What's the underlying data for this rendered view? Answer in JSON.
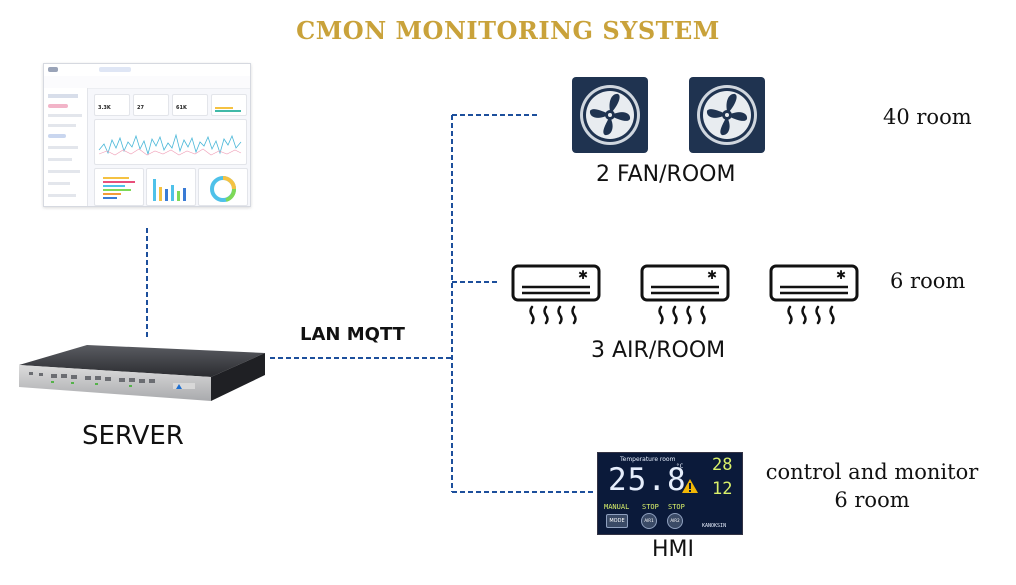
{
  "title": "CMON MONITORING SYSTEM",
  "colors": {
    "title": "#c9a23a",
    "link": "#1d4f9c",
    "fan_box": "#1f3350",
    "hmi_digits": "#d9f06a",
    "warning": "#f2b705"
  },
  "server_label": "SERVER",
  "network_label": "LAN MQTT",
  "fans": {
    "caption": "2 FAN/ROOM",
    "rooms": "40 room",
    "icon": "fan-icon"
  },
  "airs": {
    "caption": "3 AIR/ROOM",
    "rooms": "6 room",
    "icon": "air-conditioner-icon"
  },
  "hmi": {
    "caption": "HMI",
    "rooms_line1": "control and monitor",
    "rooms_line2": "6 room",
    "screen": {
      "heading": "Temperature room",
      "temperature": "25.8",
      "unit": "°C",
      "side_value_1": "28",
      "side_value_2": "12",
      "buttons": [
        "MODE",
        "AIR1",
        "AIR2"
      ],
      "modes": [
        "MANUAL",
        "STOP",
        "STOP"
      ],
      "brand": "KANOKSIN"
    }
  },
  "dashboard": {
    "kpis": [
      "3.3K",
      "27",
      "61K"
    ]
  }
}
